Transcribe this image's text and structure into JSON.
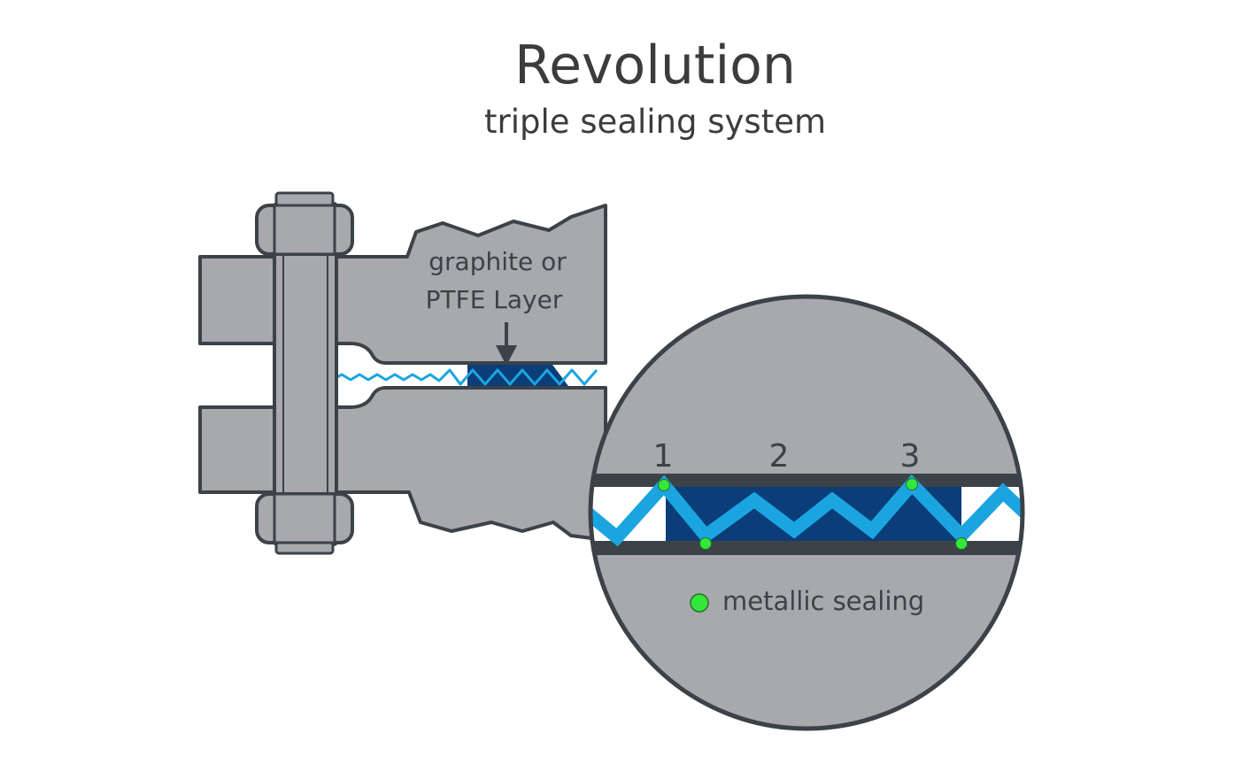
{
  "title": "Revolution",
  "subtitle": "triple sealing system",
  "layer_label": {
    "line1": "graphite or",
    "line2": "PTFE Layer"
  },
  "sealing_points": [
    "1",
    "2",
    "3"
  ],
  "legend": {
    "label": "metallic sealing"
  },
  "colors": {
    "body_gray": "#a7a9ac",
    "outline": "#3b4248",
    "spiral_blue": "#1ba5e0",
    "layer_navy": "#0b3d78",
    "seal_green": "#33e83a",
    "text": "#3c3c3c"
  }
}
